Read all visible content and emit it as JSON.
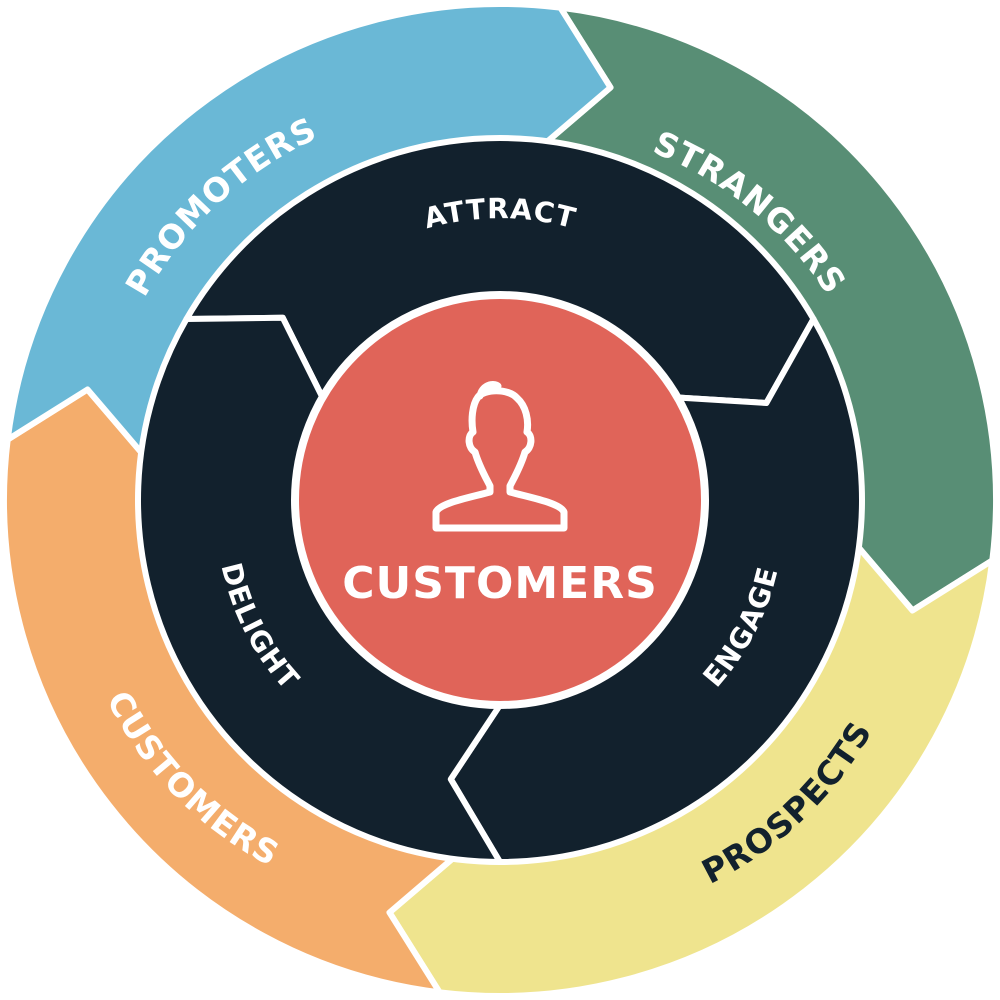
{
  "center": {
    "label": "CUSTOMERS",
    "icon": "person-icon"
  },
  "inner_ring": {
    "segments": [
      {
        "id": "attract",
        "label": "ATTRACT"
      },
      {
        "id": "engage",
        "label": "ENGAGE"
      },
      {
        "id": "delight",
        "label": "DELIGHT"
      }
    ]
  },
  "outer_ring": {
    "segments": [
      {
        "id": "strangers",
        "label": "STRANGERS"
      },
      {
        "id": "prospects",
        "label": "PROSPECTS"
      },
      {
        "id": "customers",
        "label": "CUSTOMERS"
      },
      {
        "id": "promoters",
        "label": "PROMOTERS"
      }
    ]
  },
  "colors": {
    "strangers": "#588E75",
    "prospects": "#EFE48E",
    "customers": "#F4AD6C",
    "promoters": "#6AB8D6",
    "inner_ring": "#12212D",
    "center": "#E06459",
    "light_text": "#FFFFFF",
    "dark_text": "#12212D"
  }
}
